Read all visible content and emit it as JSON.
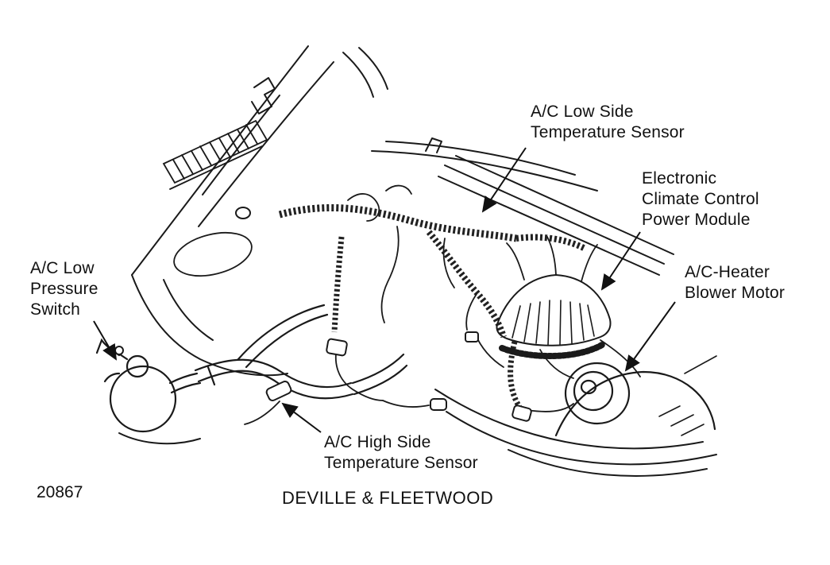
{
  "figure": {
    "number": "20867",
    "caption": "DEVILLE & FLEETWOOD"
  },
  "callouts": {
    "low_side_sensor": {
      "label": "A/C Low Side\nTemperature Sensor"
    },
    "climate_module": {
      "label": "Electronic\nClimate Control\nPower Module"
    },
    "blower_motor": {
      "label": "A/C-Heater\nBlower Motor"
    },
    "low_pressure_switch": {
      "label": "A/C Low\nPressure\nSwitch"
    },
    "high_side_sensor": {
      "label": "A/C High Side\nTemperature Sensor"
    }
  },
  "colors": {
    "line": "#1a1a1a",
    "background": "#ffffff"
  }
}
